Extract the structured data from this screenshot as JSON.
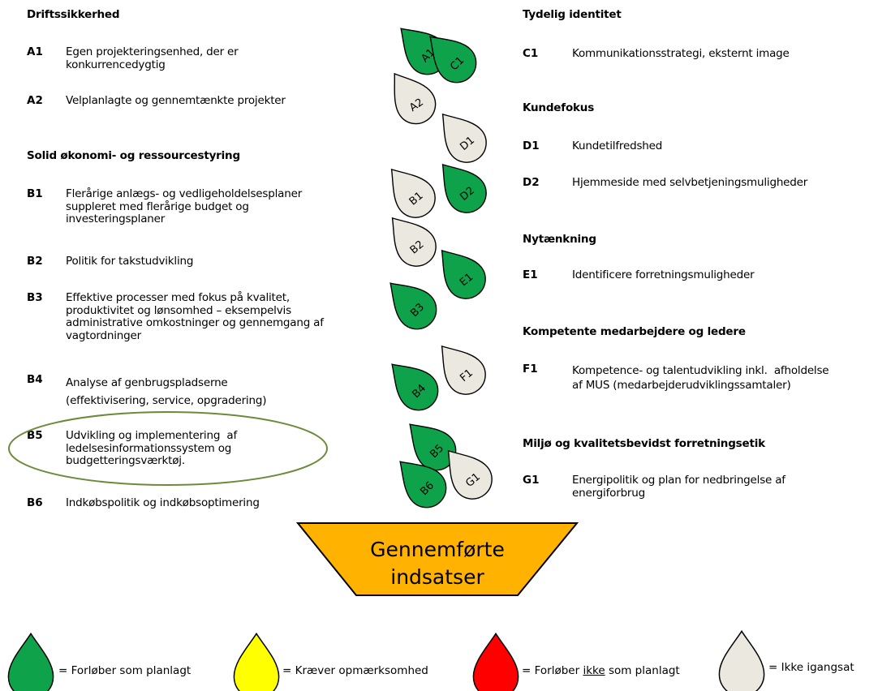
{
  "left": {
    "sections": [
      {
        "heading": "Driftssikkerhed",
        "items": [
          {
            "code": "A1",
            "text": "Egen projekteringsenhed, der er\nkonkurrencedygtig"
          },
          {
            "code": "A2",
            "text": "Velplanlagte og gennemtænkte projekter"
          }
        ]
      },
      {
        "heading": "Solid økonomi- og ressourcestyring",
        "items": [
          {
            "code": "B1",
            "text": "Flerårige anlægs- og vedligeholdelsesplaner\nsuppleret med flerårige budget og\ninvesteringsplaner"
          },
          {
            "code": "B2",
            "text": "Politik for takstudvikling"
          },
          {
            "code": "B3",
            "text": "Effektive processer med fokus på kvalitet,\nproduktivitet og lønsomhed – eksempelvis\nadministrative omkostninger og gennemgang af\nvagtordninger"
          },
          {
            "code": "B4",
            "text": "Analyse af genbrugspladserne\n(effektivisering, service, opgradering)"
          },
          {
            "code": "B5",
            "text": "Udvikling og implementering  af\nledelsesinformationssystem og\nbudgetteringsværktøj."
          },
          {
            "code": "B6",
            "text": "Indkøbspolitik og indkøbsoptimering"
          }
        ]
      }
    ]
  },
  "right": {
    "sections": [
      {
        "heading": "Tydelig identitet",
        "items": [
          {
            "code": "C1",
            "text": "Kommunikationsstrategi, eksternt image"
          }
        ]
      },
      {
        "heading": "Kundefokus",
        "items": [
          {
            "code": "D1",
            "text": "Kundetilfredshed"
          },
          {
            "code": "D2",
            "text": "Hjemmeside med selvbetjeningsmuligheder"
          }
        ]
      },
      {
        "heading": "Nytænkning",
        "items": [
          {
            "code": "E1",
            "text": "Identificere forretningsmuligheder"
          }
        ]
      },
      {
        "heading": "Kompetente medarbejdere og ledere",
        "items": [
          {
            "code": "F1",
            "text": "Kompetence- og talentudvikling inkl.  afholdelse\naf MUS (medarbejderudviklingssamtaler)"
          }
        ]
      },
      {
        "heading": "Miljø og kvalitetsbevidst forretningsetik",
        "items": [
          {
            "code": "G1",
            "text": "Energipolitik og plan for nedbringelse af\nenergiforbrug"
          }
        ]
      }
    ]
  },
  "drops": [
    {
      "label": "A1",
      "status": "green"
    },
    {
      "label": "C1",
      "status": "green"
    },
    {
      "label": "A2",
      "status": "grey"
    },
    {
      "label": "D1",
      "status": "grey"
    },
    {
      "label": "D2",
      "status": "green"
    },
    {
      "label": "B1",
      "status": "grey"
    },
    {
      "label": "B2",
      "status": "grey"
    },
    {
      "label": "E1",
      "status": "green"
    },
    {
      "label": "B3",
      "status": "green"
    },
    {
      "label": "F1",
      "status": "grey"
    },
    {
      "label": "B4",
      "status": "green"
    },
    {
      "label": "B5",
      "status": "green"
    },
    {
      "label": "G1",
      "status": "grey"
    },
    {
      "label": "B6",
      "status": "green"
    }
  ],
  "funnel": {
    "text": "Gennemførte\nindsatser"
  },
  "legend": [
    {
      "color": "green",
      "text": "= Forløber som planlagt"
    },
    {
      "color": "yellow",
      "text": "= Kræver opmærksomhed"
    },
    {
      "color": "red",
      "text_before": "= Forløber ",
      "text_underlined": "ikke",
      "text_after": " som planlagt"
    },
    {
      "color": "grey",
      "text": "= Ikke igangsat"
    }
  ],
  "colors": {
    "green": "#0ea34b",
    "yellow": "#ffff00",
    "red": "#ff0000",
    "grey": "#ebe8e0",
    "funnel": "#ffb300",
    "ellipse": "#6c8b3a"
  }
}
